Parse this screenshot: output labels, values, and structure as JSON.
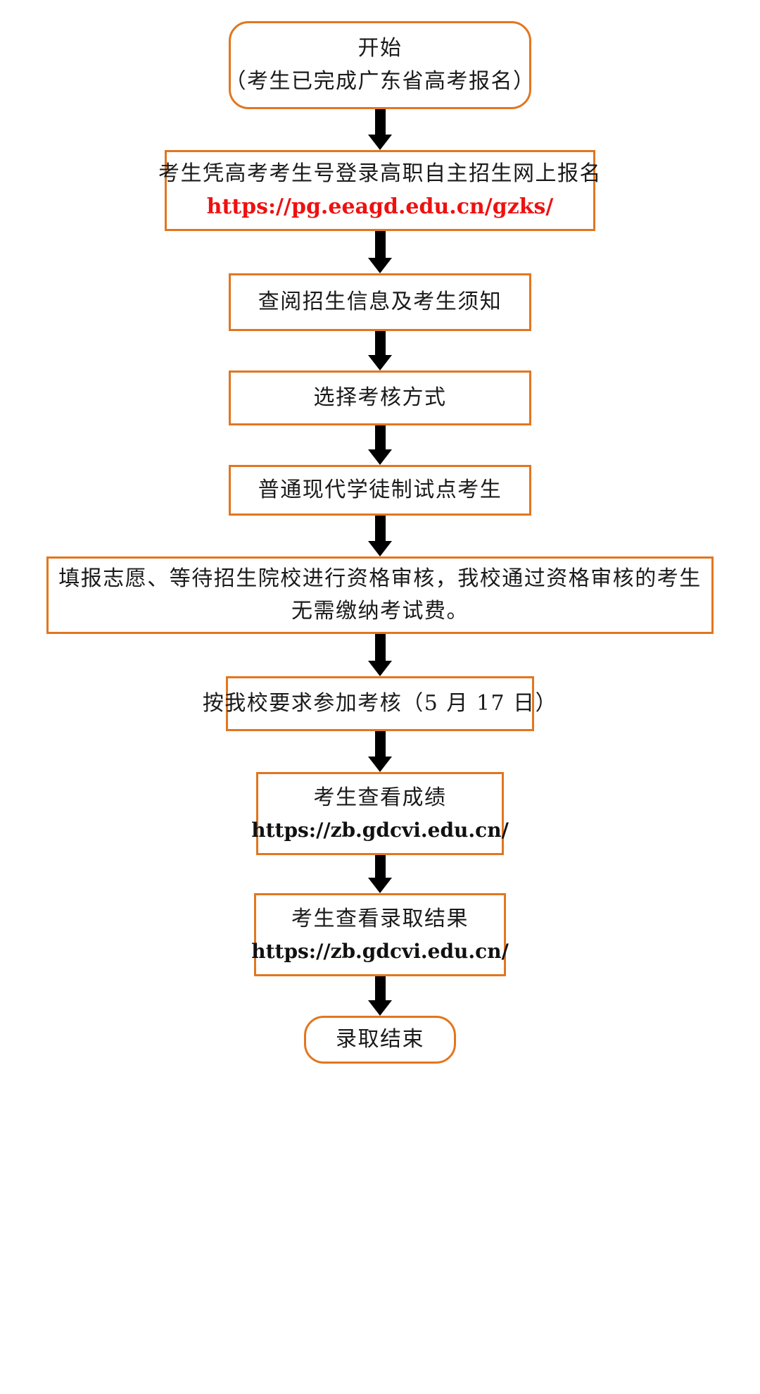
{
  "title": "广东省高职自主招生报考流程图",
  "theme": {
    "box_border": "#E2761F",
    "arrow": "#000000",
    "text": "#1a1a1a",
    "url_highlight": "#EE1111",
    "background": "#ffffff"
  },
  "nodes": [
    {
      "id": "start",
      "shape": "rounded-rectangle",
      "lines": [
        {
          "text": "开始",
          "style": "normal"
        },
        {
          "text": "（考生已完成广东省高考报名）",
          "style": "normal"
        }
      ]
    },
    {
      "id": "login-registration",
      "shape": "rectangle",
      "lines": [
        {
          "text": "考生凭高考考生号登录高职自主招生网上报名",
          "style": "normal"
        },
        {
          "text": "https://pg.eeagd.edu.cn/gzks/",
          "style": "url-red"
        }
      ]
    },
    {
      "id": "read-admission-info",
      "shape": "rectangle",
      "lines": [
        {
          "text": "查阅招生信息及考生须知",
          "style": "normal"
        }
      ]
    },
    {
      "id": "choose-assessment-method",
      "shape": "rectangle",
      "lines": [
        {
          "text": "选择考核方式",
          "style": "normal"
        }
      ]
    },
    {
      "id": "modern-apprenticeship-candidate",
      "shape": "rectangle",
      "lines": [
        {
          "text": "普通现代学徒制试点考生",
          "style": "normal"
        }
      ]
    },
    {
      "id": "fill-application-qualification-review",
      "shape": "rectangle",
      "lines": [
        {
          "text": "填报志愿、等待招生院校进行资格审核，我校通过资格审核的考生",
          "style": "normal"
        },
        {
          "text": "无需缴纳考试费。",
          "style": "normal"
        }
      ]
    },
    {
      "id": "attend-assessment",
      "shape": "rectangle",
      "lines": [
        {
          "text": "按我校要求参加考核（5 月 17 日）",
          "style": "normal"
        }
      ]
    },
    {
      "id": "view-score",
      "shape": "rectangle",
      "lines": [
        {
          "text": "考生查看成绩",
          "style": "normal"
        },
        {
          "text": "https://zb.gdcvi.edu.cn/",
          "style": "url-black"
        }
      ]
    },
    {
      "id": "view-admission-result",
      "shape": "rectangle",
      "lines": [
        {
          "text": "考生查看录取结果",
          "style": "normal"
        },
        {
          "text": "https://zb.gdcvi.edu.cn/",
          "style": "url-black"
        }
      ]
    },
    {
      "id": "end",
      "shape": "rounded-rectangle",
      "lines": [
        {
          "text": "录取结束",
          "style": "normal"
        }
      ]
    }
  ],
  "connectors": [
    {
      "from": "start",
      "to": "login-registration",
      "type": "down-arrow"
    },
    {
      "from": "login-registration",
      "to": "read-admission-info",
      "type": "down-arrow"
    },
    {
      "from": "read-admission-info",
      "to": "choose-assessment-method",
      "type": "down-arrow"
    },
    {
      "from": "choose-assessment-method",
      "to": "modern-apprenticeship-candidate",
      "type": "down-arrow"
    },
    {
      "from": "modern-apprenticeship-candidate",
      "to": "fill-application-qualification-review",
      "type": "down-arrow"
    },
    {
      "from": "fill-application-qualification-review",
      "to": "attend-assessment",
      "type": "down-arrow"
    },
    {
      "from": "attend-assessment",
      "to": "view-score",
      "type": "down-arrow"
    },
    {
      "from": "view-score",
      "to": "view-admission-result",
      "type": "down-arrow"
    },
    {
      "from": "view-admission-result",
      "to": "end",
      "type": "down-arrow"
    }
  ]
}
